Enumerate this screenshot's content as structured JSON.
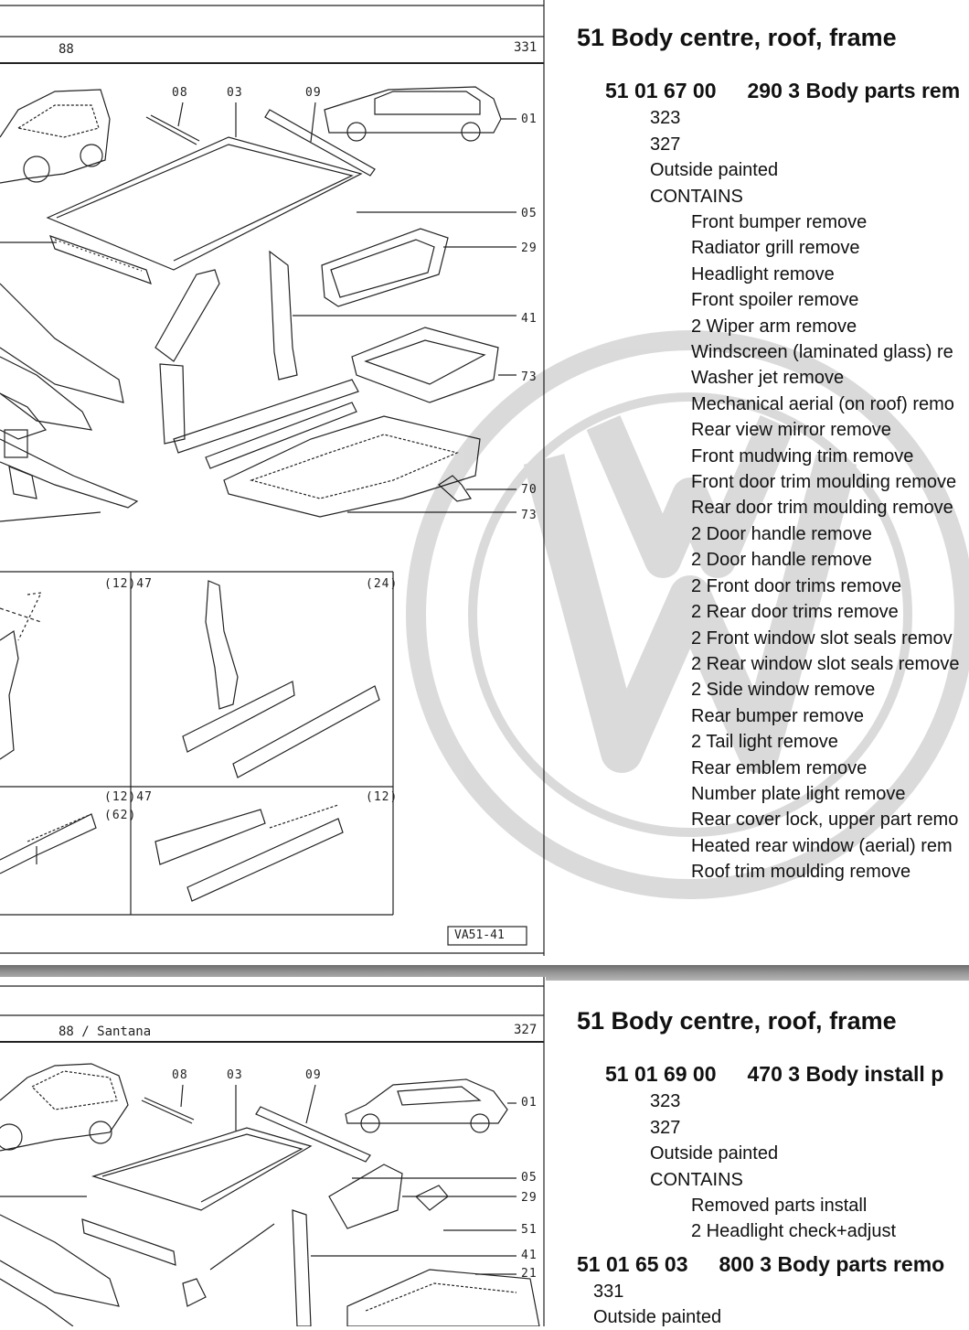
{
  "top_panel": {
    "header_left": "88",
    "header_right": "331",
    "callouts_top": [
      "08",
      "03",
      "09"
    ],
    "callouts_right": [
      "01",
      "05",
      "29",
      "41",
      "73",
      "70",
      "73"
    ],
    "inset_labels": {
      "a": "(12)47",
      "b": "(24)",
      "c": "(12)47",
      "c2": "(62)",
      "d": "(12)"
    },
    "figure_code": "VA51-41"
  },
  "bottom_panel": {
    "header_left": "88 / Santana",
    "header_right": "327",
    "callouts_top": [
      "08",
      "03",
      "09"
    ],
    "callouts_right": [
      "01",
      "05",
      "29",
      "51",
      "41",
      "21"
    ]
  },
  "section1": {
    "title": "51 Body centre, roof, frame",
    "op_code": "51 01 67 00",
    "op_desc": "290 3 Body parts rem",
    "lines": [
      "323",
      "327",
      "Outside painted",
      "CONTAINS"
    ],
    "contains": [
      "Front bumper remove",
      "Radiator grill remove",
      "Headlight remove",
      "Front spoiler remove",
      "2 Wiper arm remove",
      "Windscreen (laminated glass) re",
      "Washer jet remove",
      "Mechanical aerial (on roof) remo",
      "Rear view mirror remove",
      "Front mudwing trim remove",
      "Front door trim moulding remove",
      "Rear door trim moulding remove",
      "2 Door handle remove",
      "2 Door handle remove",
      "2 Front door trims remove",
      "2 Rear door trims remove",
      "2 Front window slot seals remov",
      "2 Rear window slot seals remove",
      "2 Side window remove",
      "Rear bumper remove",
      "2 Tail light remove",
      "Rear emblem remove",
      "Number plate light remove",
      "Rear cover lock, upper part remo",
      "Heated rear window (aerial) rem",
      "Roof trim moulding remove"
    ]
  },
  "section2": {
    "title": "51 Body centre, roof, frame",
    "op_code": "51 01 69 00",
    "op_desc": "470 3 Body install p",
    "lines": [
      "323",
      "327",
      "Outside painted",
      "CONTAINS"
    ],
    "contains": [
      "Removed parts install",
      "2 Headlight check+adjust"
    ]
  },
  "section3": {
    "op_code": "51 01 65 03",
    "op_desc": "800 3 Body parts remo",
    "lines": [
      "331",
      "Outside painted"
    ]
  }
}
